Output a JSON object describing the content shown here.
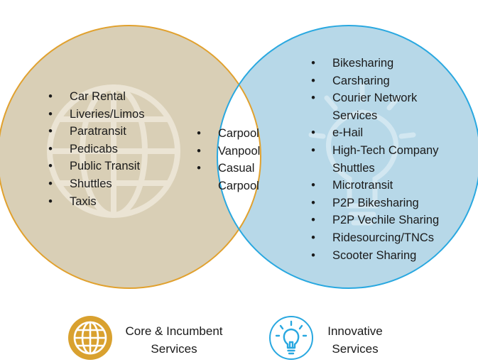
{
  "core": {
    "items": [
      "Car Rental",
      "Liveries/Limos",
      "Paratransit",
      "Pedicabs",
      "Public Transit",
      "Shuttles",
      "Taxis"
    ],
    "color": "#d9cfb6",
    "border": "#e1a12e"
  },
  "overlap": {
    "items": [
      "Carpool",
      "Vanpool",
      "Casual",
      "Carpool"
    ]
  },
  "innovative": {
    "items": [
      "Bikesharing",
      "Carsharing",
      "Courier Network",
      "Services",
      "e-Hail",
      "High-Tech Company",
      "Shuttles",
      "Microtransit",
      "P2P Bikesharing",
      "P2P Vechile Sharing",
      "Ridesourcing/TNCs",
      "Scooter Sharing"
    ],
    "color": "#b7d8e8",
    "border": "#29a8e0"
  },
  "legend": {
    "core": {
      "line1": "Core & Incumbent",
      "line2": "Services",
      "icon": "globe-icon"
    },
    "innovative": {
      "line1": "Innovative",
      "line2": "Services",
      "icon": "lightbulb-icon"
    }
  }
}
